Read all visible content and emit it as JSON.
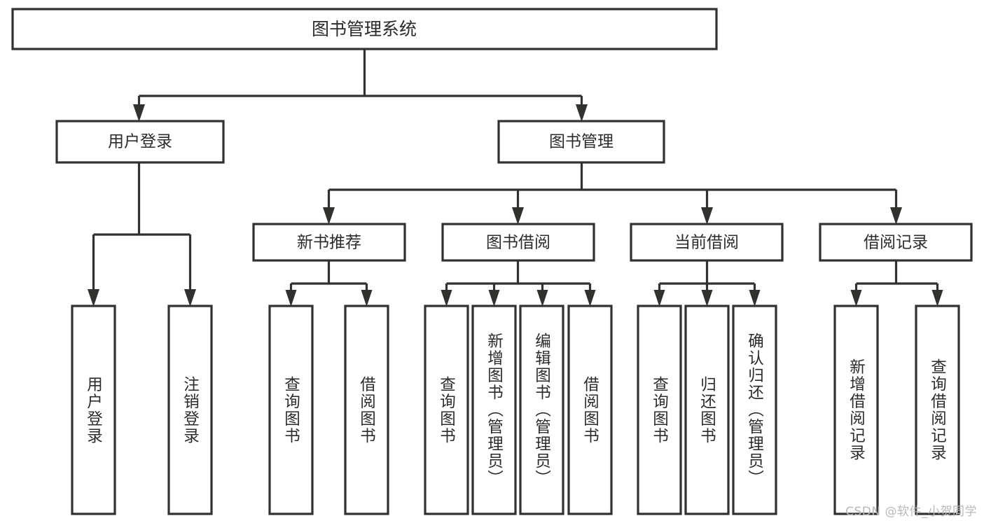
{
  "diagram": {
    "type": "tree-hierarchy",
    "title": "图书管理系统",
    "watermark": "CSDN @软件_小贺同学",
    "colors": {
      "stroke": "#31312f",
      "fill": "#ffffff",
      "text": "#2b2b2b",
      "watermark": "#b9b9b9",
      "background": "#ffffff"
    },
    "root": {
      "label": "图书管理系统"
    },
    "level2": [
      {
        "label": "用户登录"
      },
      {
        "label": "图书管理"
      }
    ],
    "level3": [
      {
        "label": "新书推荐"
      },
      {
        "label": "图书借阅"
      },
      {
        "label": "当前借阅"
      },
      {
        "label": "借阅记录"
      }
    ],
    "leaves": {
      "user_login": [
        {
          "label": "用户登录"
        },
        {
          "label": "注销登录"
        }
      ],
      "new_book_recommend": [
        {
          "label": "查询图书"
        },
        {
          "label": "借阅图书"
        }
      ],
      "book_borrow": [
        {
          "label": "查询图书"
        },
        {
          "label": "新增图书（管理员）"
        },
        {
          "label": "编辑图书（管理员）"
        },
        {
          "label": "借阅图书"
        }
      ],
      "current_borrow": [
        {
          "label": "查询图书"
        },
        {
          "label": "归还图书"
        },
        {
          "label": "确认归还（管理员）"
        }
      ],
      "borrow_records": [
        {
          "label": "新增借阅记录"
        },
        {
          "label": "查询借阅记录"
        }
      ]
    }
  }
}
